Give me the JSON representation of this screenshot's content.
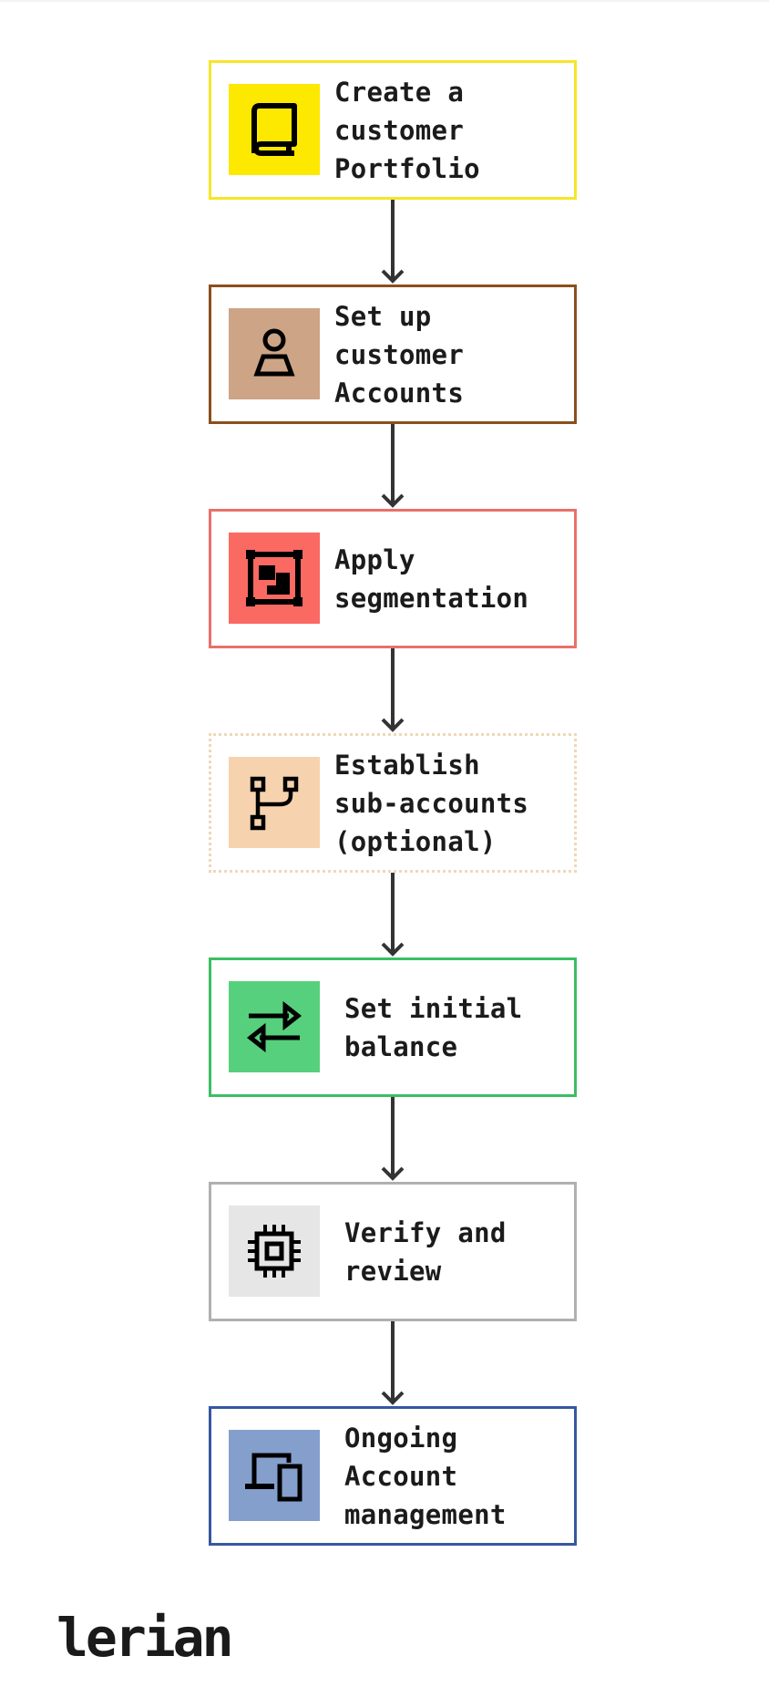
{
  "steps": [
    {
      "label": "Create a\ncustomer\nPortfolio",
      "icon": "book-icon",
      "border": "#f5e628",
      "fill": "#fde800",
      "style": "solid"
    },
    {
      "label": "Set up\ncustomer\nAccounts",
      "icon": "user-icon",
      "border": "#8b4f1c",
      "fill": "#cda485",
      "style": "solid"
    },
    {
      "label": "Apply\nsegmentation",
      "icon": "segment-frame-icon",
      "border": "#e8716b",
      "fill": "#fb6963",
      "style": "solid"
    },
    {
      "label": "Establish\nsub-accounts\n(optional)",
      "icon": "branch-icon",
      "border": "#f2d6b8",
      "fill": "#f6d3ae",
      "style": "dotted"
    },
    {
      "label": "Set initial\nbalance",
      "icon": "transfer-arrows-icon",
      "border": "#3cbe63",
      "fill": "#56d07c",
      "style": "solid"
    },
    {
      "label": "Verify and\nreview",
      "icon": "chip-icon",
      "border": "#b0b0b0",
      "fill": "#e6e6e6",
      "style": "solid"
    },
    {
      "label": "Ongoing\nAccount\nmanagement",
      "icon": "devices-icon",
      "border": "#3558a0",
      "fill": "#859fcd",
      "style": "solid"
    }
  ],
  "arrow_color": "#333333",
  "logo": "lerian"
}
